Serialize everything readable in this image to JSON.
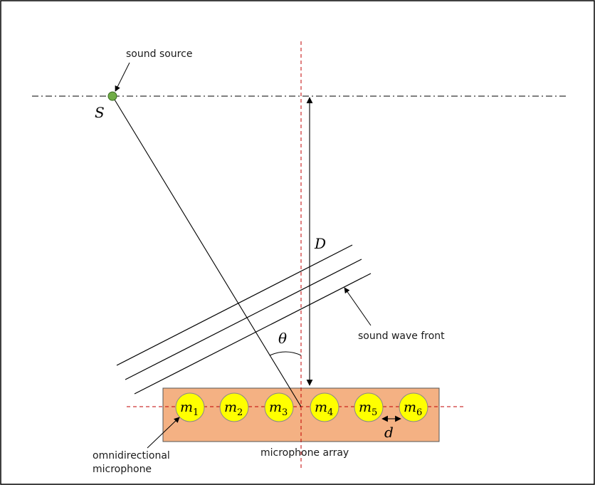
{
  "labels": {
    "sound_source": "sound source",
    "source_symbol": "S",
    "distance_symbol": "D",
    "angle_symbol": "θ",
    "wave_front": "sound wave front",
    "spacing_symbol": "d",
    "array_name": "microphone array",
    "mic_type_line1": "omnidirectional",
    "mic_type_line2": "microphone"
  },
  "microphones": [
    {
      "symbol": "m",
      "index": "1"
    },
    {
      "symbol": "m",
      "index": "2"
    },
    {
      "symbol": "m",
      "index": "3"
    },
    {
      "symbol": "m",
      "index": "4"
    },
    {
      "symbol": "m",
      "index": "5"
    },
    {
      "symbol": "m",
      "index": "6"
    }
  ],
  "colors": {
    "array_fill": "#F4B183",
    "mic_fill": "#FFFF00",
    "source_fill": "#70AD47",
    "axis_red": "#C00000"
  }
}
